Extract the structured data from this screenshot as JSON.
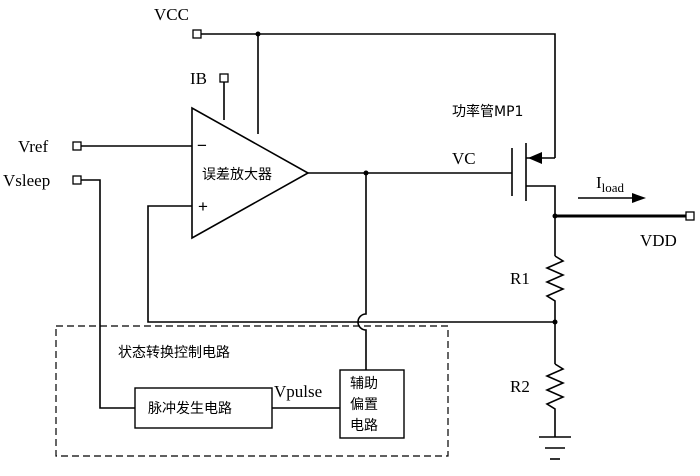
{
  "labels": {
    "vcc": "VCC",
    "ib": "IB",
    "vref": "Vref",
    "vsleep": "Vsleep",
    "minus": "−",
    "plus": "+",
    "amp": "误差放大器",
    "power_tube": "功率管MP1",
    "vc": "VC",
    "iload_main": "I",
    "iload_sub": "load",
    "vdd": "VDD",
    "r1": "R1",
    "r2": "R2",
    "state_ctrl": "状态转换控制电路",
    "pulse": "脉冲发生电路",
    "vpulse": "Vpulse",
    "aux_line1": "辅助",
    "aux_line2": "偏置",
    "aux_line3": "电路"
  }
}
